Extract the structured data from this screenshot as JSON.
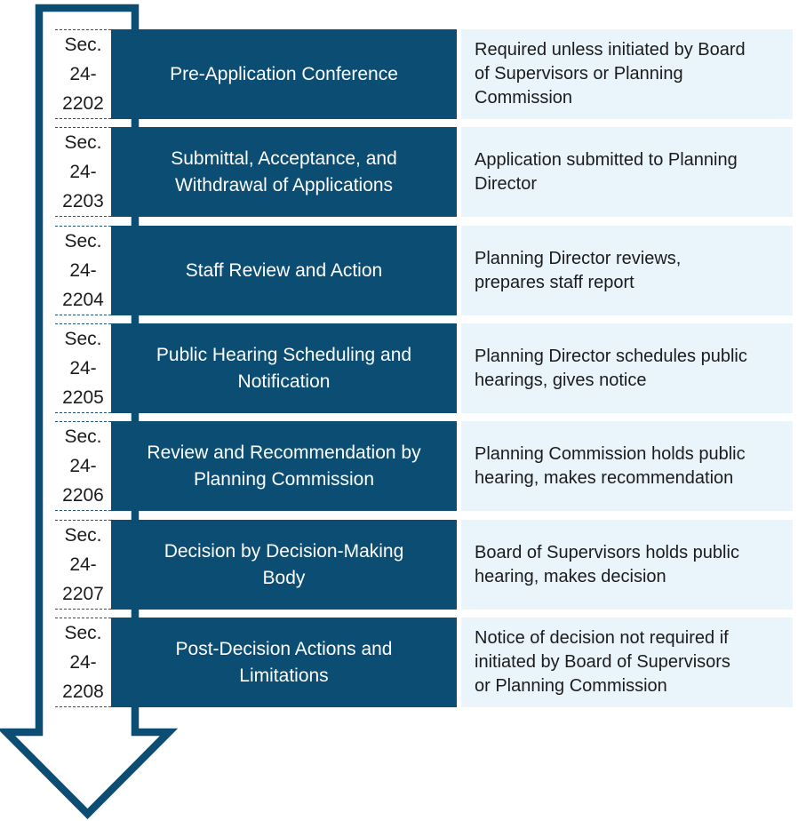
{
  "palette": {
    "dark_blue": "#0B4D73",
    "light_blue": "#E9F4FB",
    "dash_color": "#23567C",
    "text_dark": "#1C1C1C",
    "white": "#FFFFFF"
  },
  "diagram": {
    "kind": "vertical-process-flow",
    "arrow_icon": "down-arrow-outline"
  },
  "rows": [
    {
      "section": "Sec.\n24-\n2202",
      "title": "Pre-Application Conference",
      "description": "Required unless initiated by Board\nof Supervisors or Planning\nCommission"
    },
    {
      "section": "Sec.\n24-\n2203",
      "title": "Submittal, Acceptance, and\nWithdrawal of Applications",
      "description": "Application submitted to Planning\nDirector"
    },
    {
      "section": "Sec.\n24-\n2204",
      "title": "Staff Review and Action",
      "description": "Planning Director reviews,\nprepares staff report"
    },
    {
      "section": "Sec.\n24-\n2205",
      "title": "Public Hearing Scheduling and\nNotification",
      "description": "Planning Director schedules public\nhearings, gives notice"
    },
    {
      "section": "Sec.\n24-\n2206",
      "title": "Review and Recommendation by\nPlanning Commission",
      "description": "Planning Commission holds public\nhearing, makes recommendation"
    },
    {
      "section": "Sec.\n24-\n2207",
      "title": "Decision by Decision-Making\nBody",
      "description": "Board of Supervisors holds public\nhearing, makes decision"
    },
    {
      "section": "Sec.\n24-\n2208",
      "title": "Post-Decision Actions and\nLimitations",
      "description": "Notice of decision not required if\ninitiated by Board of Supervisors\nor Planning Commission"
    }
  ]
}
